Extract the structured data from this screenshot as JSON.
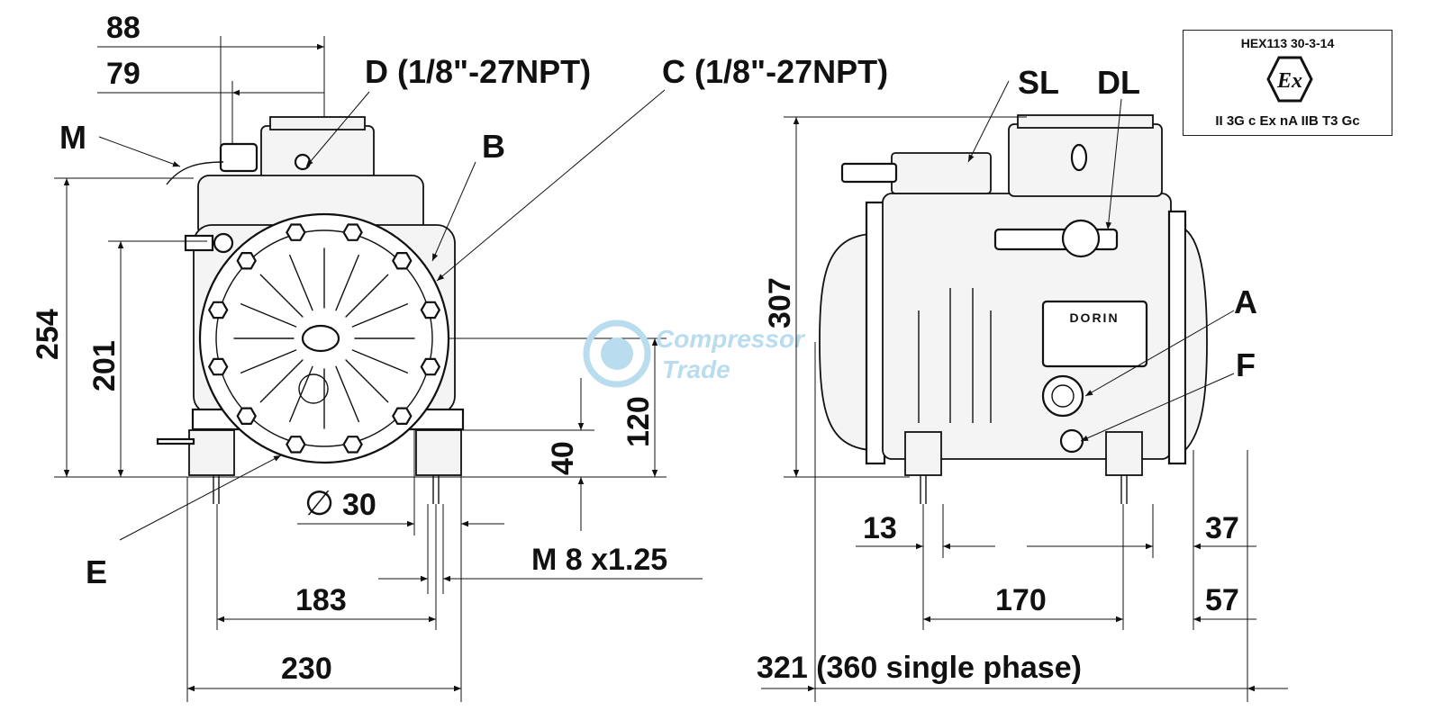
{
  "certificate": {
    "code": "HEX113 30-3-14",
    "symbol": "Ex",
    "marking": "II 3G c Ex nA IIB T3 Gc"
  },
  "watermark": {
    "line1": "Compressor",
    "line2": "Trade"
  },
  "front_view": {
    "dimensions": {
      "d88": "88",
      "d79": "79",
      "d254": "254",
      "d201": "201",
      "d120": "120",
      "d40": "40",
      "dia30_symbol": "∅",
      "dia30": "30",
      "thread": "M 8 x1.25",
      "d183": "183",
      "d230": "230"
    },
    "labels": {
      "D": "D (1/8\"-27NPT)",
      "C": "C (1/8\"-27NPT)",
      "M": "M",
      "B": "B",
      "E": "E"
    }
  },
  "side_view": {
    "dimensions": {
      "d307": "307",
      "d13": "13",
      "d37": "37",
      "d170": "170",
      "d57": "57",
      "d321": "321 (360 single phase)"
    },
    "labels": {
      "SL": "SL",
      "DL": "DL",
      "A": "A",
      "F": "F"
    },
    "nameplate": "DORIN"
  },
  "colors": {
    "line": "#111111",
    "watermark": "#b9dcef"
  }
}
